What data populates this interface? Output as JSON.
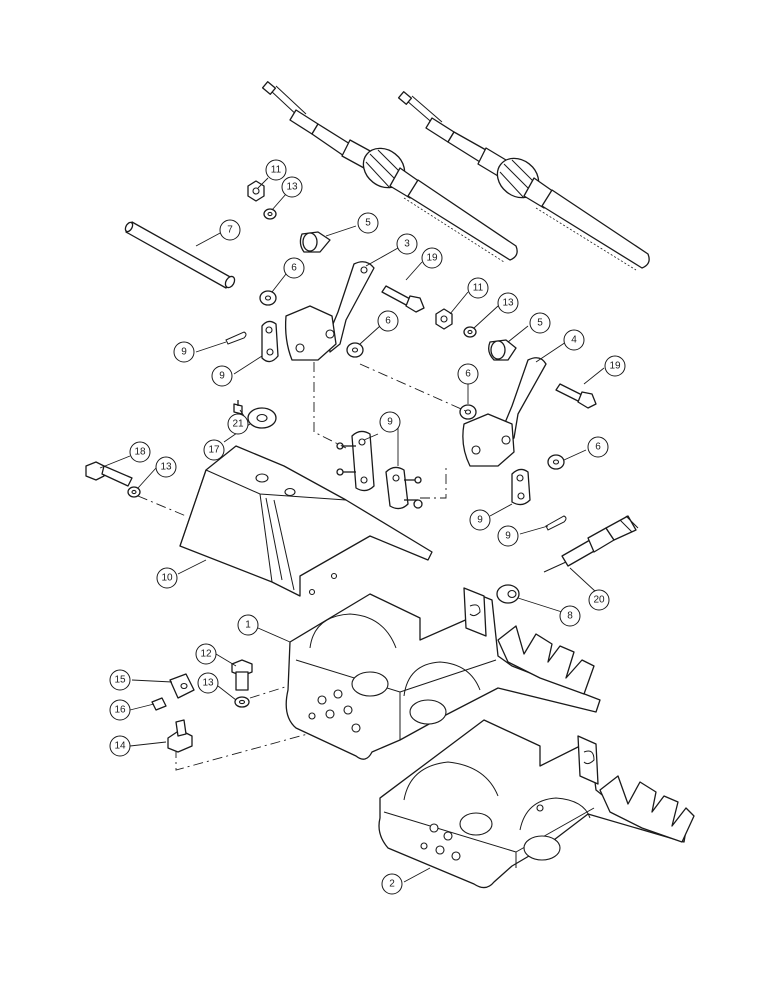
{
  "callouts": [
    {
      "id": "11a",
      "label": "11"
    },
    {
      "id": "13a",
      "label": "13"
    },
    {
      "id": "5a",
      "label": "5"
    },
    {
      "id": "7",
      "label": "7"
    },
    {
      "id": "3",
      "label": "3"
    },
    {
      "id": "6a",
      "label": "6"
    },
    {
      "id": "19a",
      "label": "19"
    },
    {
      "id": "11b",
      "label": "11"
    },
    {
      "id": "13b",
      "label": "13"
    },
    {
      "id": "5b",
      "label": "5"
    },
    {
      "id": "9a",
      "label": "9"
    },
    {
      "id": "9b",
      "label": "9"
    },
    {
      "id": "6b",
      "label": "6"
    },
    {
      "id": "4",
      "label": "4"
    },
    {
      "id": "19b",
      "label": "19"
    },
    {
      "id": "6c",
      "label": "6"
    },
    {
      "id": "21",
      "label": "21"
    },
    {
      "id": "17",
      "label": "17"
    },
    {
      "id": "9c",
      "label": "9"
    },
    {
      "id": "6d",
      "label": "6"
    },
    {
      "id": "18",
      "label": "18"
    },
    {
      "id": "13c",
      "label": "13"
    },
    {
      "id": "9d",
      "label": "9"
    },
    {
      "id": "9e",
      "label": "9"
    },
    {
      "id": "10",
      "label": "10"
    },
    {
      "id": "20",
      "label": "20"
    },
    {
      "id": "8",
      "label": "8"
    },
    {
      "id": "1",
      "label": "1"
    },
    {
      "id": "12",
      "label": "12"
    },
    {
      "id": "15",
      "label": "15"
    },
    {
      "id": "13d",
      "label": "13"
    },
    {
      "id": "16",
      "label": "16"
    },
    {
      "id": "14",
      "label": "14"
    },
    {
      "id": "2",
      "label": "2"
    }
  ]
}
